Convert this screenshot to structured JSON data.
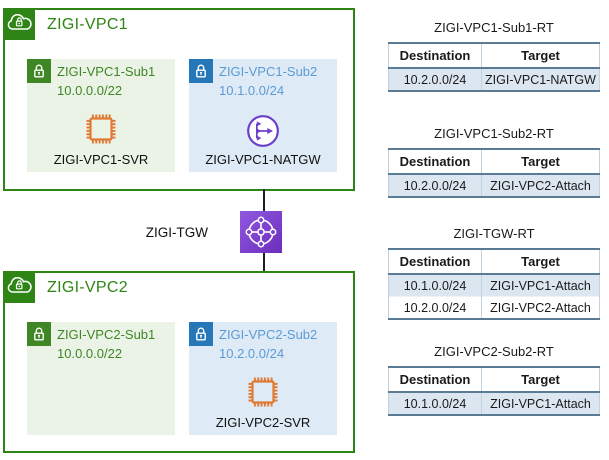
{
  "diagram": {
    "vpc1": {
      "title": "ZIGI-VPC1",
      "icon": "vpc-cloud-lock-icon",
      "subnets": [
        {
          "name": "ZIGI-VPC1-Sub1",
          "cidr": "10.0.0.0/22",
          "style": "green",
          "lock_icon": "private-subnet-lock-icon",
          "resource": {
            "icon": "server-chip-icon",
            "label": "ZIGI-VPC1-SVR"
          }
        },
        {
          "name": "ZIGI-VPC1-Sub2",
          "cidr": "10.1.0.0/24",
          "style": "blue",
          "lock_icon": "private-subnet-lock-icon",
          "resource": {
            "icon": "nat-gateway-icon",
            "label": "ZIGI-VPC1-NATGW"
          }
        }
      ]
    },
    "tgw": {
      "label": "ZIGI-TGW",
      "icon": "transit-gateway-icon"
    },
    "vpc2": {
      "title": "ZIGI-VPC2",
      "icon": "vpc-cloud-lock-icon",
      "subnets": [
        {
          "name": "ZIGI-VPC2-Sub1",
          "cidr": "10.0.0.0/22",
          "style": "green",
          "lock_icon": "private-subnet-lock-icon",
          "resource": null
        },
        {
          "name": "ZIGI-VPC2-Sub2",
          "cidr": "10.2.0.0/24",
          "style": "blue",
          "lock_icon": "private-subnet-lock-icon",
          "resource": {
            "icon": "server-chip-icon",
            "label": "ZIGI-VPC2-SVR"
          }
        }
      ]
    }
  },
  "route_tables": [
    {
      "title": "ZIGI-VPC1-Sub1-RT",
      "headers": [
        "Destination",
        "Target"
      ],
      "rows": [
        {
          "destination": "10.2.0.0/24",
          "target": "ZIGI-VPC1-NATGW",
          "highlight": true
        }
      ]
    },
    {
      "title": "ZIGI-VPC1-Sub2-RT",
      "headers": [
        "Destination",
        "Target"
      ],
      "rows": [
        {
          "destination": "10.2.0.0/24",
          "target": "ZIGI-VPC2-Attach",
          "highlight": true
        }
      ]
    },
    {
      "title": "ZIGI-TGW-RT",
      "headers": [
        "Destination",
        "Target"
      ],
      "rows": [
        {
          "destination": "10.1.0.0/24",
          "target": "ZIGI-VPC1-Attach",
          "highlight": true
        },
        {
          "destination": "10.2.0.0/24",
          "target": "ZIGI-VPC2-Attach",
          "highlight": false
        }
      ]
    },
    {
      "title": "ZIGI-VPC2-Sub2-RT",
      "headers": [
        "Destination",
        "Target"
      ],
      "rows": [
        {
          "destination": "10.1.0.0/24",
          "target": "ZIGI-VPC1-Attach",
          "highlight": true
        }
      ]
    }
  ],
  "colors": {
    "vpc_green": "#2e8515",
    "subnet_green_bg": "#ebf3e7",
    "subnet_green_text": "#3f8624",
    "subnet_green_icon": "#3f8624",
    "subnet_blue_bg": "#deebf7",
    "subnet_blue_text": "#5b9bd5",
    "subnet_blue_icon": "#2577b8",
    "compute_orange": "#e07a33",
    "natgw_purple": "#6b3fc8",
    "tgw_purple": "#7a3fd0",
    "table_row_highlight": "#dce6f1",
    "table_border": "#5b7b95"
  }
}
